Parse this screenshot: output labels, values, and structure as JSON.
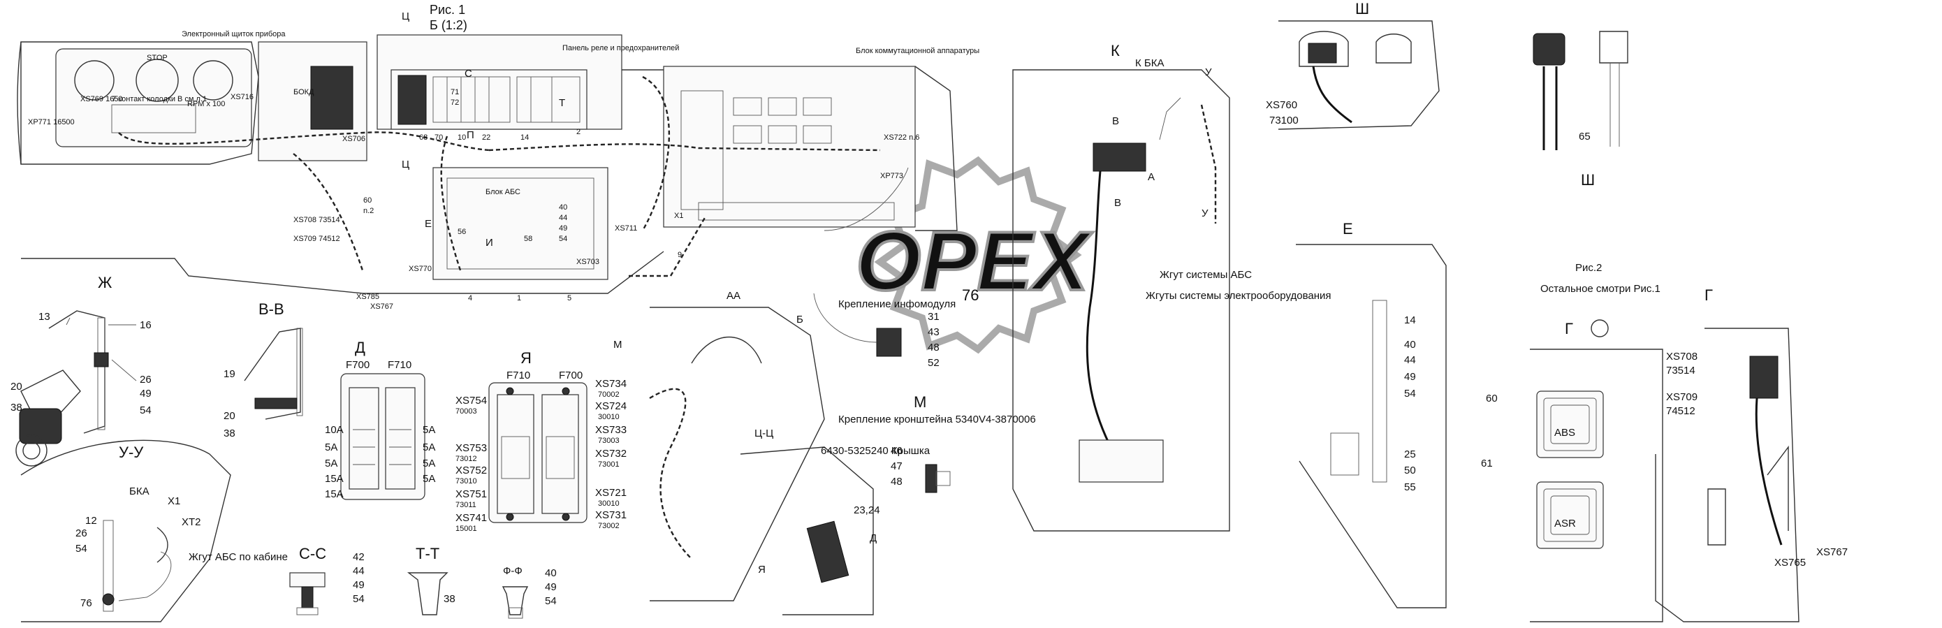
{
  "figure": {
    "fig1_title": "Рис. 1",
    "fig1_scale": "Б (1:2)",
    "fig2_title": "Рис.2",
    "fig2_note": "Остальное смотри Рис.1",
    "watermark": "OPEX"
  },
  "panel": {
    "electronic_dash": "Электронный щиток прибора",
    "relay_panel": "Панель реле и предохранителей",
    "switch_block": "Блок коммутационной аппаратуры",
    "abs_block": "Блок АБС",
    "bokd": "БОКД",
    "stop": "STOP",
    "rpm": "RPM x 100",
    "contact_note": "7 контакт колодки В см.л.1"
  },
  "callouts": {
    "c": "С",
    "ts": "Ц",
    "v": "В",
    "k": "К",
    "k_bka": "К БКА",
    "u": "У",
    "e": "Е",
    "i": "И",
    "a": "А",
    "b": "Б",
    "m": "М",
    "zh": "Ж",
    "ya": "Я",
    "d": "Д",
    "t": "Т",
    "g": "Г",
    "sh": "Ш",
    "p": "П",
    "f": "Ф"
  },
  "connectors": [
    "XS769 1650",
    "XP771 16500",
    "XS716",
    "XS706",
    "XS708 73514",
    "XS709 74512",
    "XS785",
    "XS767",
    "XS770",
    "XS703",
    "XS711",
    "X1",
    "XS722 n.6",
    "XP773",
    "XS760 73100",
    "XS765"
  ],
  "fuses": [
    "F700",
    "F710",
    "10A",
    "5A",
    "15A"
  ],
  "parts_left": [
    "13",
    "16",
    "20",
    "38",
    "26",
    "49",
    "54",
    "19",
    "60",
    "n.2"
  ],
  "main_numbers": [
    "40",
    "44",
    "49",
    "54",
    "58",
    "56",
    "4",
    "1",
    "5",
    "2",
    "9",
    "22",
    "14",
    "68",
    "70",
    "71",
    "72",
    "10"
  ],
  "labels": {
    "harness_abs": "Жгут системы АБС",
    "harness_el": "Жгуты системы электрооборудования",
    "info_mount": "Крепление инфомодуля",
    "bracket_mount": "Крепление кронштейна 5340V4-3870006",
    "cover": "6430-5325240 Крышка",
    "harness_abs_cab": "Жгут АБС по кабине",
    "bka": "БКА",
    "x1": "X1",
    "xt2": "XT2"
  },
  "views": {
    "zh": "Ж",
    "vv": "В-В",
    "uu": "У-У",
    "d_view": "Д",
    "ya_view": "Я",
    "cc": "С-С",
    "tt": "Т-Т",
    "ff": "Ф-Ф",
    "tsts": "Ц-Ц",
    "m": "М",
    "a": "А",
    "k": "К",
    "e": "Е",
    "g": "Г",
    "sh": "Ш"
  },
  "view_zh": {
    "n13": "13",
    "n16": "16",
    "n20": "20",
    "n38": "38",
    "n26": "26",
    "n49": "49",
    "n54": "54"
  },
  "view_vv": {
    "n19": "19",
    "n20": "20",
    "n38": "38"
  },
  "view_uu": {
    "n12": "12",
    "n26": "26",
    "n54": "54",
    "n76": "76"
  },
  "view_d": {
    "f700": "F700",
    "f710": "F710",
    "left": [
      "10A",
      "5A",
      "5A",
      "15A",
      "15A"
    ],
    "right": [
      "5A",
      "5A",
      "5A",
      "5A"
    ]
  },
  "view_ya": {
    "f710": "F710",
    "f700": "F700",
    "left": [
      "XS754",
      "70003",
      "XS753",
      "73012",
      "XS752",
      "73010",
      "XS751",
      "73011",
      "XS741",
      "15001"
    ],
    "right": [
      "XS734",
      "70002",
      "XS724",
      "30010",
      "XS733",
      "73003",
      "XS732",
      "73001",
      "XS721",
      "30010",
      "XS731",
      "73002"
    ]
  },
  "view_cc": [
    "42",
    "44",
    "49",
    "54"
  ],
  "view_tt": [
    "38"
  ],
  "view_ff": [
    "40",
    "49",
    "54"
  ],
  "view_m": {
    "nums": [
      "46",
      "47",
      "48"
    ]
  },
  "view_tsts": {
    "nums": [
      "23,24"
    ],
    "d": "Д",
    "ya": "Я"
  },
  "info_nums": [
    "31",
    "43",
    "48",
    "52"
  ],
  "view_k": {
    "n76": "76"
  },
  "view_e": [
    "14",
    "40",
    "44",
    "49",
    "54",
    "25",
    "50",
    "55"
  ],
  "view_g": {
    "n60": "60",
    "n61": "61",
    "abs": "ABS",
    "asr": "ASR",
    "xs708": "XS708",
    "v73514": "73514",
    "xs709": "XS709",
    "v74512": "74512",
    "xs765": "XS765",
    "xs767": "XS767"
  },
  "view_sh": {
    "xs760": "XS760",
    "v73100": "73100",
    "n65": "65"
  }
}
